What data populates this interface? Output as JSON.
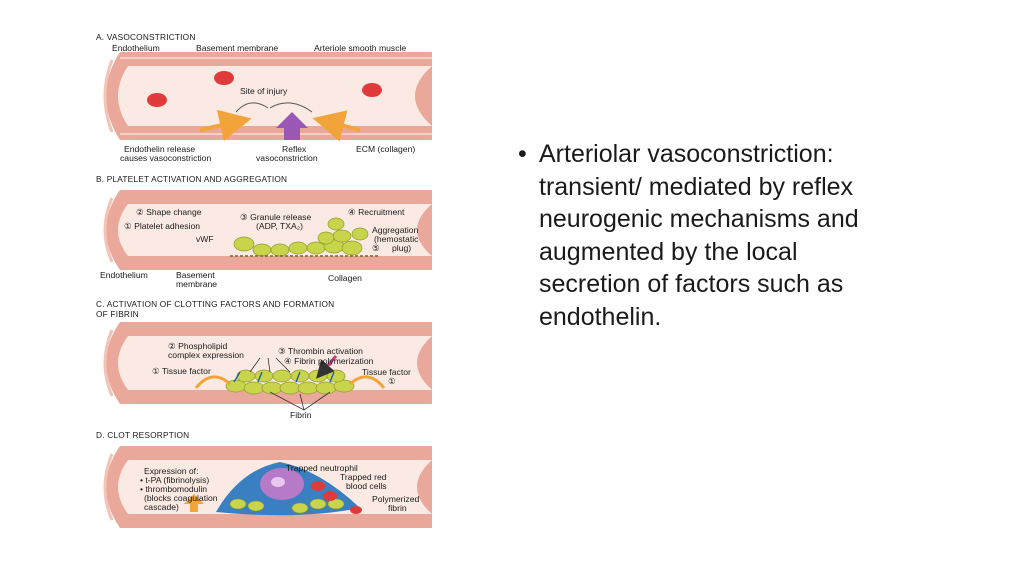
{
  "figure": {
    "panelA": {
      "heading": "A. VASOCONSTRICTION",
      "endothelium": "Endothelium",
      "basement_membrane": "Basement membrane",
      "smooth_muscle": "Arteriole smooth muscle",
      "site_of_injury": "Site of injury",
      "endothelin_release_1": "Endothelin release",
      "endothelin_release_2": "causes vasoconstriction",
      "reflex_1": "Reflex",
      "reflex_2": "vasoconstriction",
      "ecm": "ECM (collagen)"
    },
    "panelB": {
      "heading": "B. PLATELET ACTIVATION AND AGGREGATION",
      "shape_change": "② Shape change",
      "platelet_adhesion": "① Platelet adhesion",
      "granule_release_1": "③ Granule release",
      "granule_release_2": "(ADP, TXA₂)",
      "recruitment": "④ Recruitment",
      "aggregation_1": "Aggregation",
      "aggregation_2": "(hemostatic",
      "aggregation_3": "plug)",
      "aggregation_num": "⑤",
      "vwf": "vWF",
      "endothelium": "Endothelium",
      "basement_1": "Basement",
      "basement_2": "membrane",
      "collagen": "Collagen"
    },
    "panelC": {
      "heading_1": "C. ACTIVATION OF CLOTTING FACTORS AND FORMATION",
      "heading_2": "OF FIBRIN",
      "phospholipid_1": "② Phospholipid",
      "phospholipid_2": "complex expression",
      "thrombin": "③ Thrombin activation",
      "fibrin_poly": "④ Fibrin polymerization",
      "tissue_factor_left": "① Tissue factor",
      "tissue_factor_right": "Tissue factor",
      "tissue_factor_num": "①",
      "fibrin": "Fibrin"
    },
    "panelD": {
      "heading": "D. CLOT RESORPTION",
      "expression_1": "Expression of:",
      "expression_2": "• t-PA (fibrinolysis)",
      "expression_3": "• thrombomodulin",
      "expression_4": "(blocks coagulation",
      "expression_5": "cascade)",
      "trapped_neutrophil": "Trapped neutrophil",
      "trapped_rbc_1": "Trapped red",
      "trapped_rbc_2": "blood cells",
      "polymerized_1": "Polymerized",
      "polymerized_2": "fibrin"
    }
  },
  "bullet": {
    "text": "Arteriolar vasoconstriction:\ntransient/  mediated by reflex\nneurogenic mechanisms and\naugmented by the local\nsecretion of factors such as\nendothelin."
  },
  "colors": {
    "vessel_wall": "#e9a89a",
    "lumen": "#fbeae3",
    "rbc": "#e03a3a",
    "platelet": "#c8d44a",
    "arrow_orange": "#f2a43a",
    "arrow_purple": "#9b59b6",
    "arrow_magenta": "#d4398a"
  }
}
